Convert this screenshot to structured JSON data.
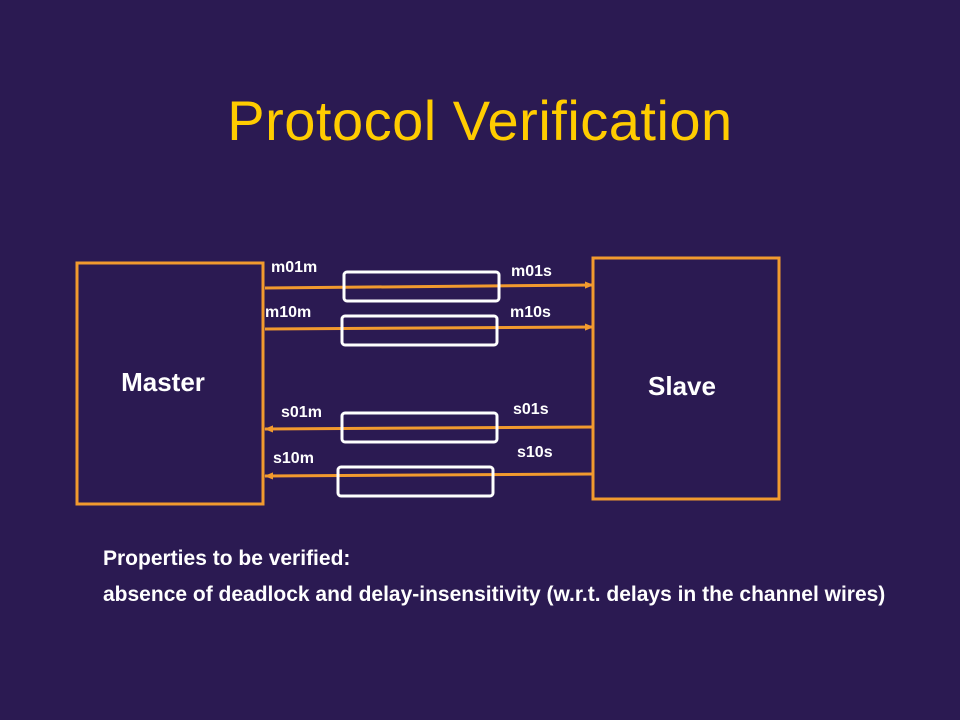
{
  "slide": {
    "title": "Protocol Verification"
  },
  "diagram": {
    "master_label": "Master",
    "slave_label": "Slave",
    "wires": {
      "m01": {
        "left_label": "m01m",
        "right_label": "m01s"
      },
      "m10": {
        "left_label": "m10m",
        "right_label": "m10s"
      },
      "s01": {
        "left_label": "s01m",
        "right_label": "s01s"
      },
      "s10": {
        "left_label": "s10m",
        "right_label": "s10s"
      }
    }
  },
  "properties": {
    "heading": "Properties to be verified:",
    "body": "absence of deadlock and delay-insensitivity (w.r.t. delays in the channel wires)"
  },
  "colors": {
    "background": "#2b1a52",
    "title": "#ffcc00",
    "text": "#ffffff",
    "wire": "#f29a2e",
    "block_border": "#f29a2e",
    "delay_box": "#ffffff"
  }
}
